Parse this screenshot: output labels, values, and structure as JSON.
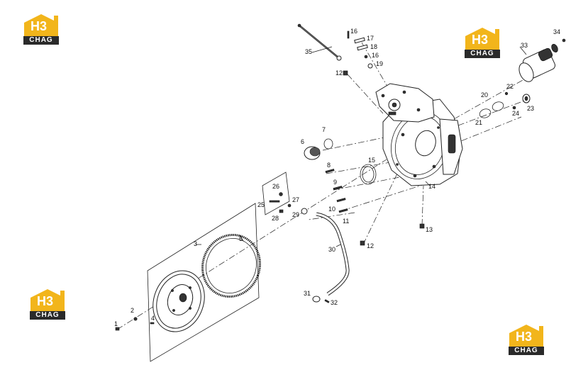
{
  "logo": {
    "top": "H3",
    "bottom": "CHAG",
    "colors": {
      "yellow": "#F2B51B",
      "dark": "#2A2A2A"
    }
  },
  "callouts": [
    "1",
    "2",
    "3",
    "4",
    "5",
    "6",
    "7",
    "8",
    "9",
    "10",
    "11",
    "12",
    "12",
    "13",
    "14",
    "15",
    "16",
    "16",
    "17",
    "18",
    "19",
    "20",
    "21",
    "22",
    "23",
    "24",
    "25",
    "26",
    "27",
    "28",
    "29",
    "30",
    "31",
    "32",
    "33",
    "34",
    "35"
  ]
}
